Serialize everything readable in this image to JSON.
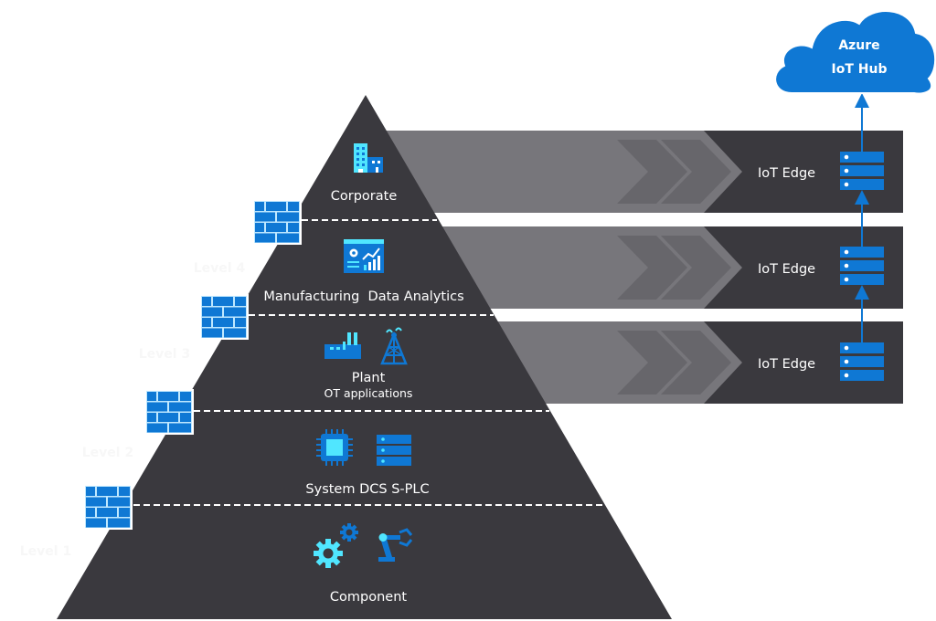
{
  "diagram": {
    "type": "layered-architecture-pyramid",
    "colors": {
      "pyramid": "#3a393e",
      "band_light": "#77767b",
      "band_chevron": "#67666b",
      "band_dark": "#3a393e",
      "accent_blue": "#0f78d4",
      "accent_cyan": "#50e6ff",
      "text": "#ffffff",
      "level_text": "#f7f7f7"
    },
    "cloud": {
      "line1": "Azure",
      "line2": "IoT Hub"
    },
    "levels": [
      {
        "id": "corporate",
        "title": "Corporate",
        "subtitle": "",
        "level_label": "",
        "icons": [
          "office-building-icon"
        ]
      },
      {
        "id": "manufacturing",
        "title": "Manufacturing  Data Analytics",
        "subtitle": "",
        "level_label": "Level 4",
        "icons": [
          "analytics-dashboard-icon"
        ]
      },
      {
        "id": "plant",
        "title": "Plant",
        "subtitle": "OT applications",
        "level_label": "Level 3",
        "icons": [
          "factory-icon",
          "radio-tower-icon"
        ]
      },
      {
        "id": "system",
        "title": "System DCS S-PLC",
        "subtitle": "",
        "level_label": "Level 2",
        "icons": [
          "processor-chip-icon",
          "server-rack-icon"
        ]
      },
      {
        "id": "component",
        "title": "Component",
        "subtitle": "",
        "level_label": "Level 1",
        "icons": [
          "gears-icon",
          "robot-arm-icon"
        ]
      }
    ],
    "edge_bands": [
      {
        "label": "IoT Edge",
        "source_level": "corporate"
      },
      {
        "label": "IoT Edge",
        "source_level": "manufacturing"
      },
      {
        "label": "IoT Edge",
        "source_level": "plant"
      }
    ],
    "firewalls": [
      {
        "between": [
          "corporate",
          "manufacturing"
        ]
      },
      {
        "between": [
          "manufacturing",
          "plant"
        ]
      },
      {
        "between": [
          "plant",
          "system"
        ]
      },
      {
        "between": [
          "system",
          "component"
        ]
      }
    ],
    "connections": [
      {
        "from": "iot-edge-3",
        "to": "iot-edge-2",
        "style": "arrow-up"
      },
      {
        "from": "iot-edge-2",
        "to": "iot-edge-1",
        "style": "arrow-up"
      },
      {
        "from": "iot-edge-1",
        "to": "azure-iot-hub",
        "style": "arrow-up"
      }
    ]
  }
}
